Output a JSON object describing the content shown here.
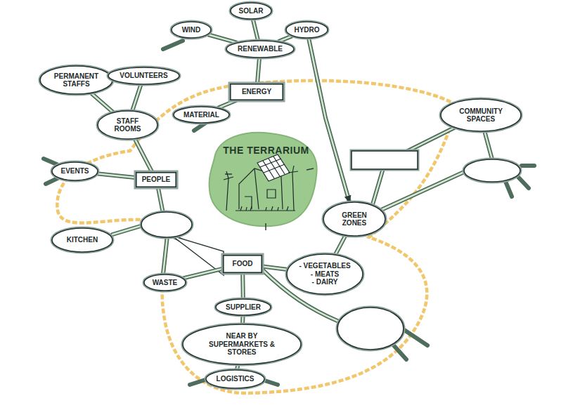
{
  "diagram": {
    "nodes": [
      {
        "text": [
          "SOLAR"
        ]
      },
      {
        "text": [
          "WIND"
        ]
      },
      {
        "text": [
          "RENEWABLE"
        ]
      },
      {
        "text": [
          "HYDRO"
        ]
      },
      {
        "text": [
          "ENERGY"
        ]
      },
      {
        "text": [
          "MATERIAL"
        ]
      },
      {
        "text": [
          "PERMANENT STAFFS"
        ]
      },
      {
        "text": [
          "VOLUNTEERS"
        ]
      },
      {
        "text": [
          "STAFF ROOMS"
        ]
      },
      {
        "text": [
          "THE TERRARIUM"
        ]
      },
      {
        "text": [
          "COMMUNITY SPACES"
        ]
      },
      {
        "text": [
          "EVENTS"
        ]
      },
      {
        "text": [
          "PEOPLE"
        ]
      },
      {
        "text": [
          "GREEN ZONES"
        ]
      },
      {
        "text": [
          "KITCHEN"
        ]
      },
      {
        "text": [
          "FOOD"
        ]
      },
      {
        "text": [
          "- VEGETABLES",
          "- MEATS",
          "- DAIRY"
        ]
      },
      {
        "text": [
          "WASTE"
        ]
      },
      {
        "text": [
          "SUPPLIER"
        ]
      },
      {
        "text": [
          "NEAR BY SUPERMARKETS & STORES"
        ]
      },
      {
        "text": [
          "LOGISTICS"
        ]
      }
    ],
    "edges": [
      {
        "from": 2,
        "to": 0,
        "arrow": "none"
      },
      {
        "from": 2,
        "to": 1,
        "arrow": "none"
      },
      {
        "from": 2,
        "to": 3,
        "arrow": "none"
      },
      {
        "from": 2,
        "to": 4,
        "arrow": "none"
      },
      {
        "from": 4,
        "to": 5,
        "arrow": "none"
      },
      {
        "from": 3,
        "to": 13,
        "arrow": "to"
      },
      {
        "from": 8,
        "to": 6,
        "arrow": "none"
      },
      {
        "from": 8,
        "to": 7,
        "arrow": "none"
      },
      {
        "from": 8,
        "to": 12,
        "arrow": "none"
      },
      {
        "from": 11,
        "to": 12,
        "arrow": "none"
      },
      {
        "from": 15,
        "to": 16,
        "arrow": "none"
      },
      {
        "from": 16,
        "to": 13,
        "arrow": "none"
      },
      {
        "from": 15,
        "to": 17,
        "arrow": "none"
      },
      {
        "from": 15,
        "to": 18,
        "arrow": "none"
      },
      {
        "from": 18,
        "to": 19,
        "arrow": "none"
      },
      {
        "from": 19,
        "to": 20,
        "arrow": "none"
      }
    ]
  }
}
